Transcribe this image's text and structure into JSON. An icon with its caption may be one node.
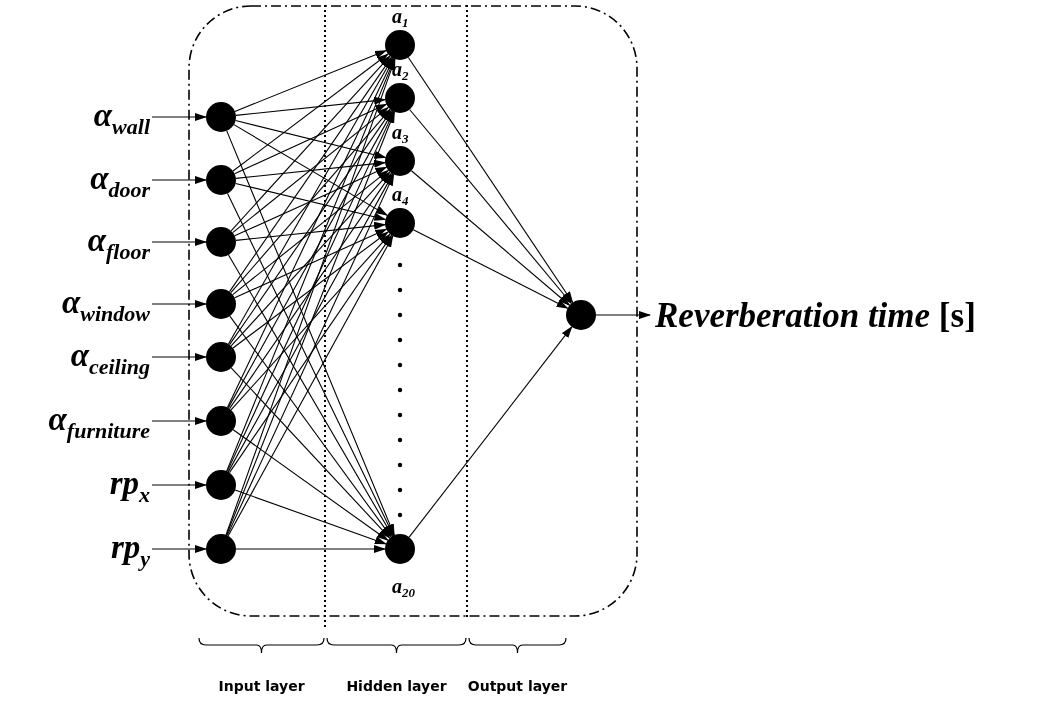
{
  "diagram": {
    "nodes": [
      {
        "text": [],
        "shape": "box"
      },
      {
        "text": [
          "α$_{wall}$"
        ]
      },
      {
        "text": [
          "α$_{door}$"
        ]
      },
      {
        "text": [
          "α$_{floor}$"
        ]
      },
      {
        "text": [
          "α$_{window}$"
        ]
      },
      {
        "text": [
          "α$_{ceiling}$"
        ]
      },
      {
        "text": [
          "α$_{furniture}$"
        ]
      },
      {
        "text": [
          "rp$_{x}$"
        ]
      },
      {
        "text": [
          "rp$_{y}$"
        ]
      },
      {
        "text": [],
        "shape": "circle",
        "in": 0
      },
      {
        "text": [],
        "shape": "circle",
        "in": 0
      },
      {
        "text": [],
        "shape": "circle",
        "in": 0
      },
      {
        "text": [],
        "shape": "circle",
        "in": 0
      },
      {
        "text": [],
        "shape": "circle",
        "in": 0
      },
      {
        "text": [],
        "shape": "circle",
        "in": 0
      },
      {
        "text": [],
        "shape": "circle",
        "in": 0
      },
      {
        "text": [],
        "shape": "circle",
        "in": 0
      },
      {
        "text": [],
        "shape": "circle",
        "in": 0,
        "beside": [
          "a$_{1}$"
        ]
      },
      {
        "text": [],
        "shape": "circle",
        "in": 0,
        "beside": [
          "a$_{2}$"
        ]
      },
      {
        "text": [],
        "shape": "circle",
        "in": 0,
        "beside": [
          "a$_{3}$"
        ]
      },
      {
        "text": [],
        "shape": "circle",
        "in": 0,
        "beside": [
          "a$_{4}$"
        ]
      },
      {
        "text": [],
        "shape": "circle",
        "in": 0,
        "beside": [
          "a$_{20}$"
        ]
      },
      {
        "text": [],
        "shape": "circle",
        "in": 0
      },
      {
        "text": [
          "*Reverberation time* [s]"
        ]
      }
    ],
    "edges": [
      {
        "from": 1,
        "to": 9,
        "arrow": "to"
      },
      {
        "from": 2,
        "to": 10,
        "arrow": "to"
      },
      {
        "from": 3,
        "to": 11,
        "arrow": "to"
      },
      {
        "from": 4,
        "to": 12,
        "arrow": "to"
      },
      {
        "from": 5,
        "to": 13,
        "arrow": "to"
      },
      {
        "from": 6,
        "to": 14,
        "arrow": "to"
      },
      {
        "from": 7,
        "to": 15,
        "arrow": "to"
      },
      {
        "from": 8,
        "to": 16,
        "arrow": "to"
      },
      {
        "from": 9,
        "to": 17,
        "arrow": "to"
      },
      {
        "from": 9,
        "to": 18,
        "arrow": "to"
      },
      {
        "from": 9,
        "to": 19,
        "arrow": "to"
      },
      {
        "from": 9,
        "to": 20,
        "arrow": "to"
      },
      {
        "from": 9,
        "to": 21,
        "arrow": "to"
      },
      {
        "from": 10,
        "to": 17,
        "arrow": "to"
      },
      {
        "from": 10,
        "to": 18,
        "arrow": "to"
      },
      {
        "from": 10,
        "to": 19,
        "arrow": "to"
      },
      {
        "from": 10,
        "to": 20,
        "arrow": "to"
      },
      {
        "from": 10,
        "to": 21,
        "arrow": "to"
      },
      {
        "from": 11,
        "to": 17,
        "arrow": "to"
      },
      {
        "from": 11,
        "to": 18,
        "arrow": "to"
      },
      {
        "from": 11,
        "to": 19,
        "arrow": "to"
      },
      {
        "from": 11,
        "to": 20,
        "arrow": "to"
      },
      {
        "from": 11,
        "to": 21,
        "arrow": "to"
      },
      {
        "from": 12,
        "to": 17,
        "arrow": "to"
      },
      {
        "from": 12,
        "to": 18,
        "arrow": "to"
      },
      {
        "from": 12,
        "to": 19,
        "arrow": "to"
      },
      {
        "from": 12,
        "to": 20,
        "arrow": "to"
      },
      {
        "from": 12,
        "to": 21,
        "arrow": "to"
      },
      {
        "from": 13,
        "to": 17,
        "arrow": "to"
      },
      {
        "from": 13,
        "to": 18,
        "arrow": "to"
      },
      {
        "from": 13,
        "to": 19,
        "arrow": "to"
      },
      {
        "from": 13,
        "to": 20,
        "arrow": "to"
      },
      {
        "from": 13,
        "to": 21,
        "arrow": "to"
      },
      {
        "from": 14,
        "to": 17,
        "arrow": "to"
      },
      {
        "from": 14,
        "to": 18,
        "arrow": "to"
      },
      {
        "from": 14,
        "to": 19,
        "arrow": "to"
      },
      {
        "from": 14,
        "to": 20,
        "arrow": "to"
      },
      {
        "from": 14,
        "to": 21,
        "arrow": "to"
      },
      {
        "from": 15,
        "to": 17,
        "arrow": "to"
      },
      {
        "from": 15,
        "to": 18,
        "arrow": "to"
      },
      {
        "from": 15,
        "to": 19,
        "arrow": "to"
      },
      {
        "from": 15,
        "to": 20,
        "arrow": "to"
      },
      {
        "from": 15,
        "to": 21,
        "arrow": "to"
      },
      {
        "from": 16,
        "to": 17,
        "arrow": "to"
      },
      {
        "from": 16,
        "to": 18,
        "arrow": "to"
      },
      {
        "from": 16,
        "to": 19,
        "arrow": "to"
      },
      {
        "from": 16,
        "to": 20,
        "arrow": "to"
      },
      {
        "from": 16,
        "to": 21,
        "arrow": "to"
      },
      {
        "from": 17,
        "to": 22,
        "arrow": "to"
      },
      {
        "from": 18,
        "to": 22,
        "arrow": "to"
      },
      {
        "from": 19,
        "to": 22,
        "arrow": "to"
      },
      {
        "from": 20,
        "to": 22,
        "arrow": "to"
      },
      {
        "from": 21,
        "to": 22,
        "arrow": "to"
      },
      {
        "from": 22,
        "to": 23,
        "arrow": "to"
      }
    ],
    "labels": [
      "Input layer",
      "Hidden layer",
      "Output layer"
    ]
  }
}
